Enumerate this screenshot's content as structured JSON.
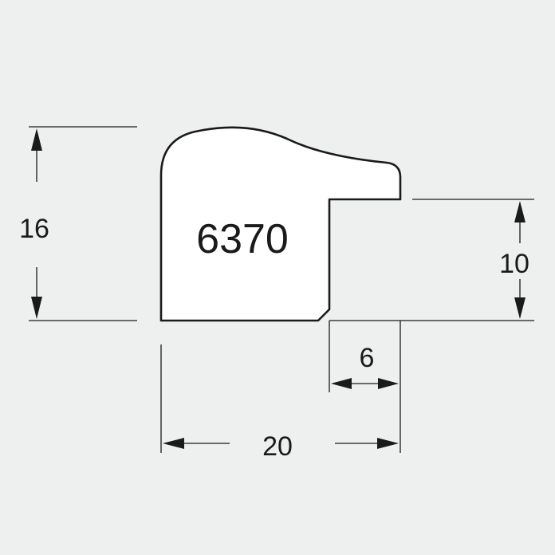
{
  "profile": {
    "code": "6370"
  },
  "dimensions": {
    "height_total": "16",
    "rebate_height": "10",
    "rebate_width": "6",
    "width_total": "20"
  },
  "colors": {
    "background": "#eeefef",
    "ink": "#1a1a1a",
    "profile_fill": "#ffffff"
  }
}
